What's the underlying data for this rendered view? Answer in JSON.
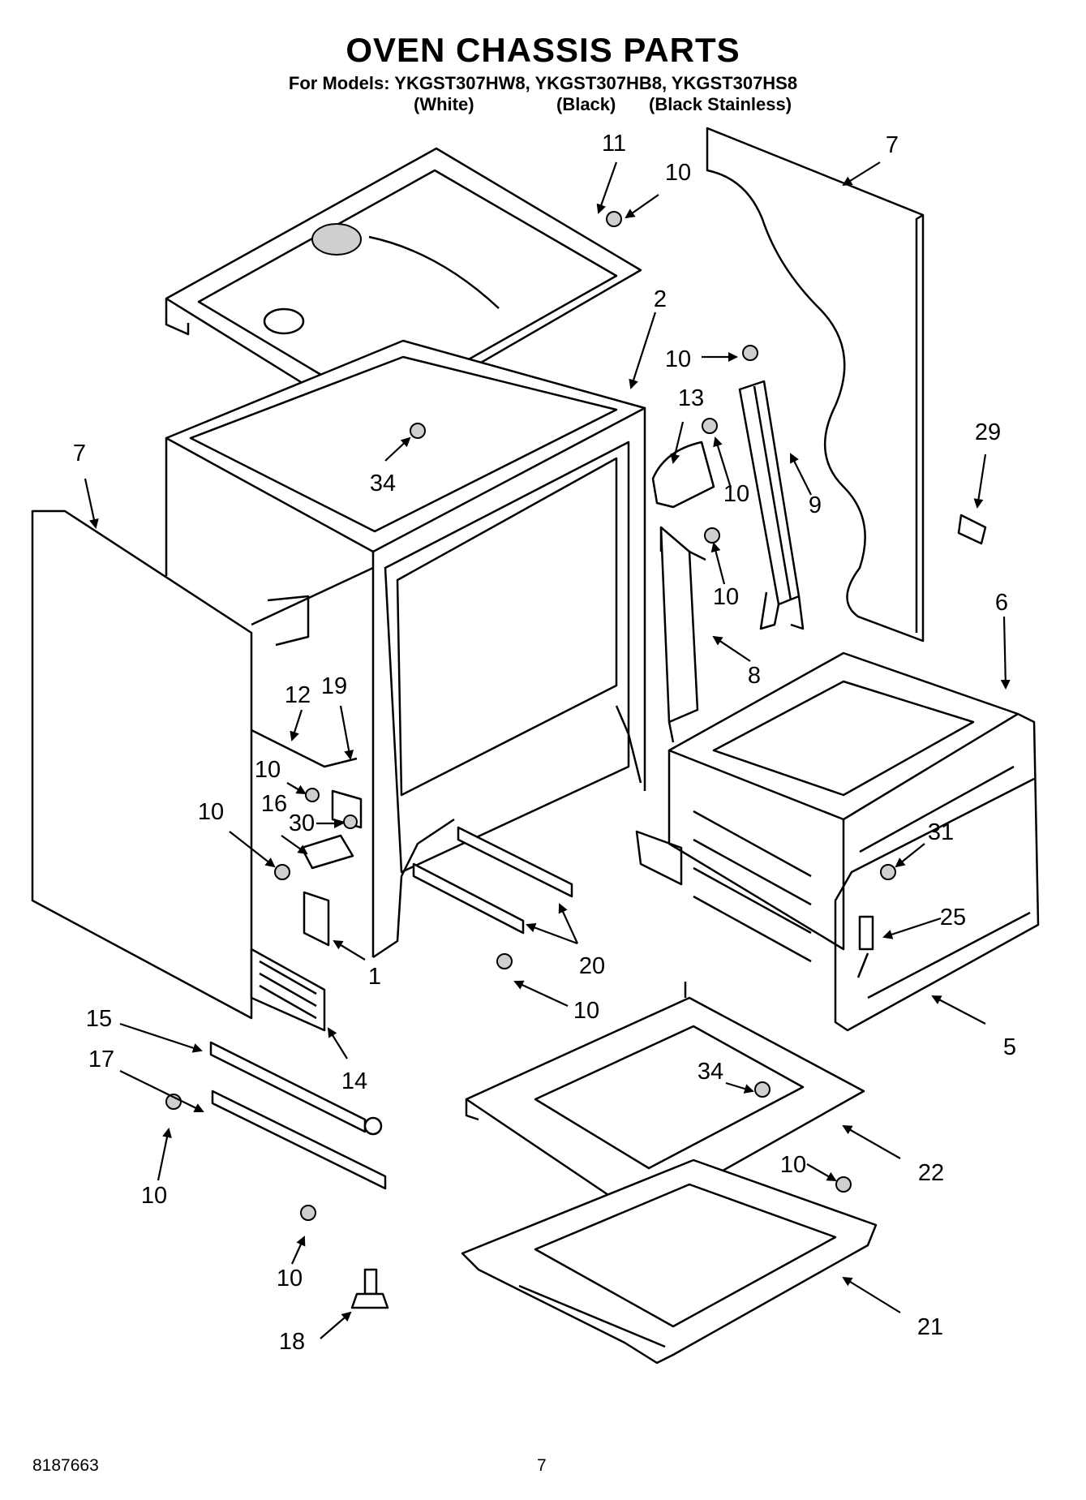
{
  "header": {
    "title": "OVEN CHASSIS PARTS",
    "models_line": "For Models: YKGST307HW8, YKGST307HB8, YKGST307HS8",
    "variants": [
      "(White)",
      "(Black)",
      "(Black Stainless)"
    ]
  },
  "footer": {
    "doc_number": "8187663",
    "page_number": "7"
  },
  "callouts": [
    "11",
    "10",
    "7",
    "2",
    "10",
    "13",
    "10",
    "10",
    "9",
    "29",
    "34",
    "7",
    "12",
    "19",
    "8",
    "6",
    "10",
    "16",
    "30",
    "10",
    "31",
    "25",
    "20",
    "1",
    "10",
    "5",
    "15",
    "14",
    "17",
    "34",
    "22",
    "10",
    "10",
    "10",
    "21",
    "18"
  ]
}
